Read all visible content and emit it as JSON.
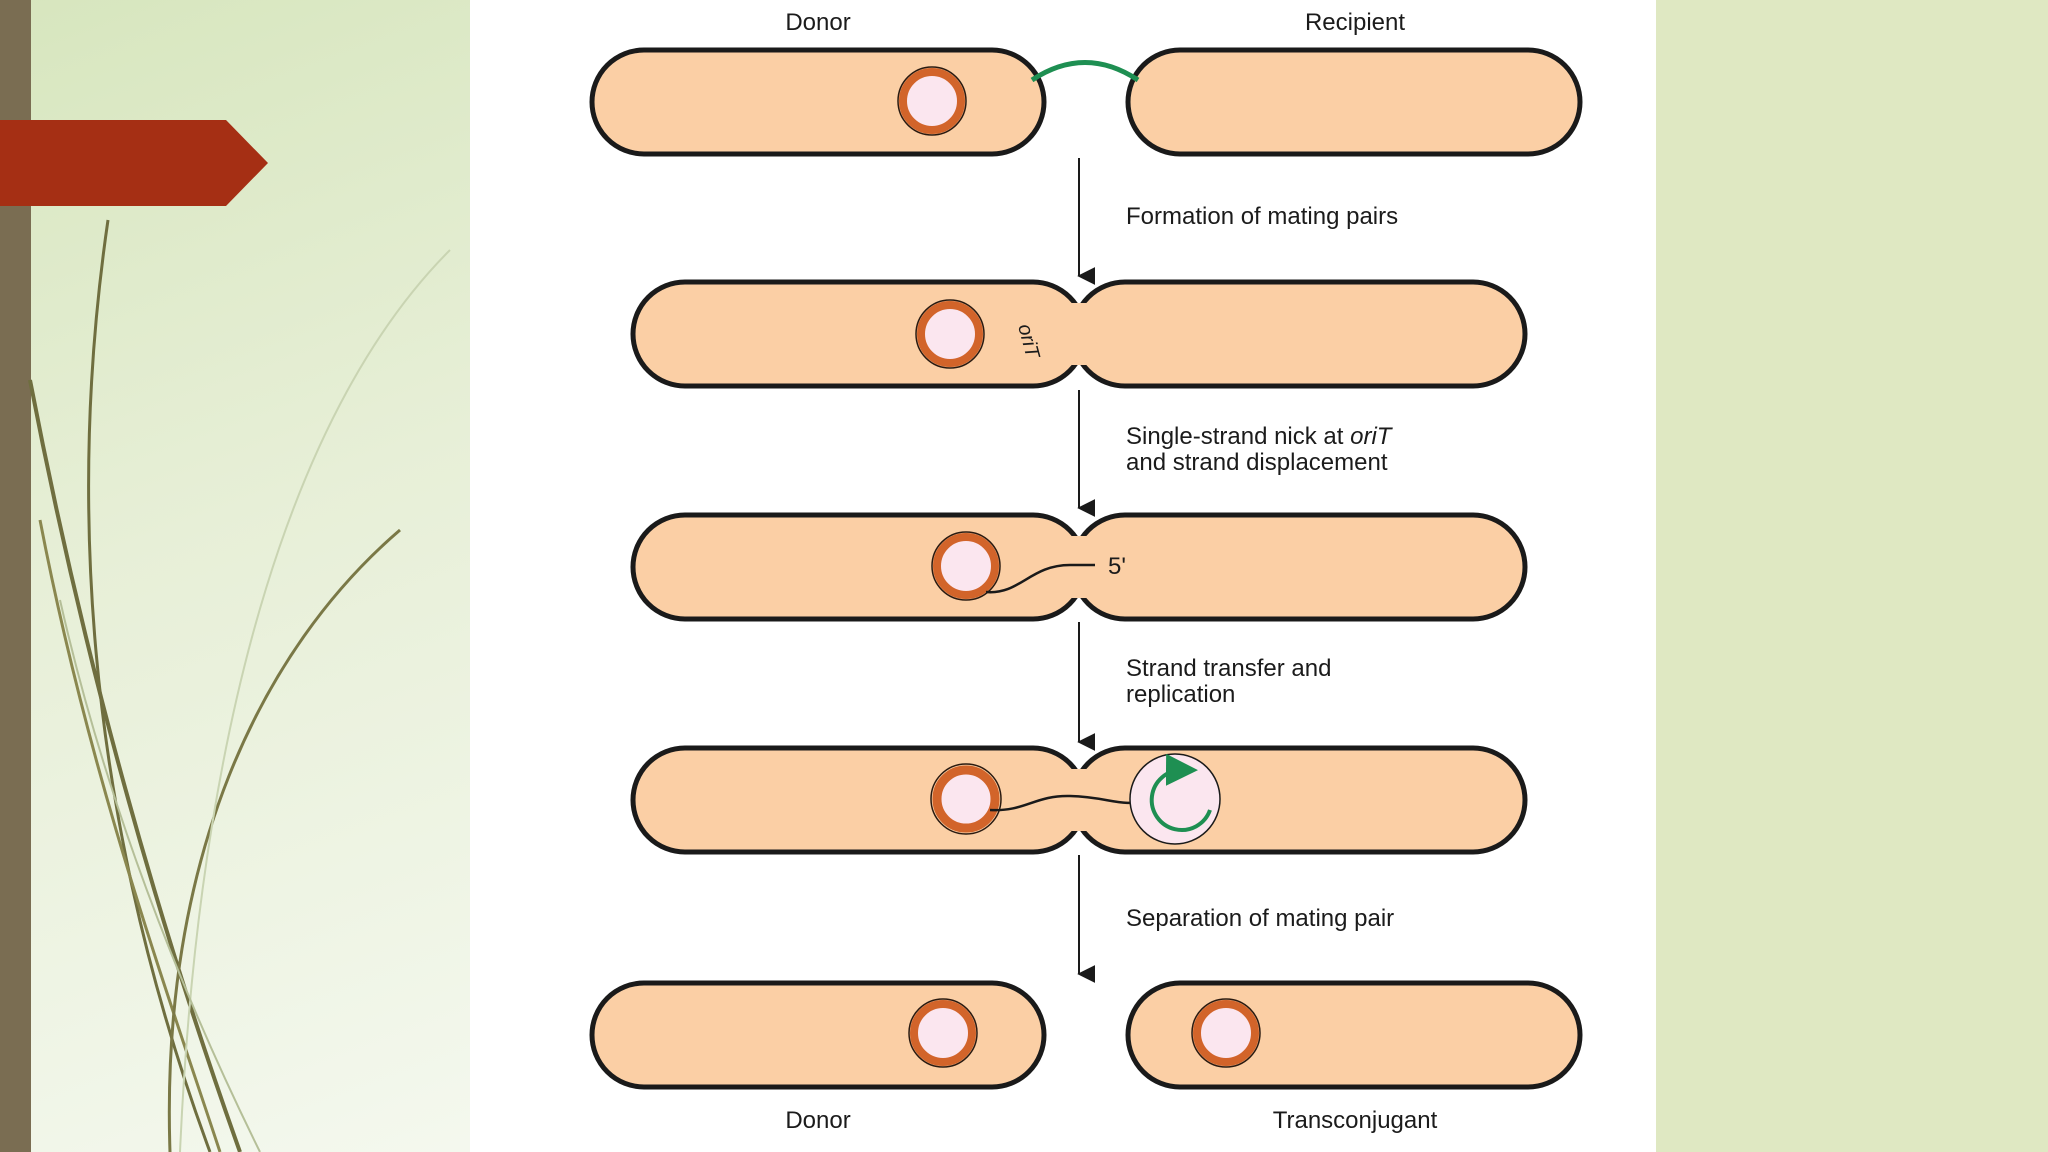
{
  "colors": {
    "cell_fill": "#fbcfa5",
    "cell_outline": "#1a1a1a",
    "plasmid_ring": "#d2642a",
    "plasmid_core": "#fbe6ef",
    "pilus_green": "#1e8f52",
    "tab_red": "#a52f14",
    "stripe": "#7a6d52",
    "background": "#dfe8c2"
  },
  "labels": {
    "donor_top": "Donor",
    "recipient_top": "Recipient",
    "donor_bottom": "Donor",
    "transconjugant": "Transconjugant",
    "orit_mark": "oriT",
    "five_prime": "5'"
  },
  "steps": {
    "step1": "Formation of mating pairs",
    "step2_line1_prefix": "Single-strand nick at ",
    "step2_line1_em": "oriT",
    "step2_line2": "and strand displacement",
    "step3_line1": "Strand transfer and",
    "step3_line2": "replication",
    "step4": "Separation of mating pair"
  }
}
